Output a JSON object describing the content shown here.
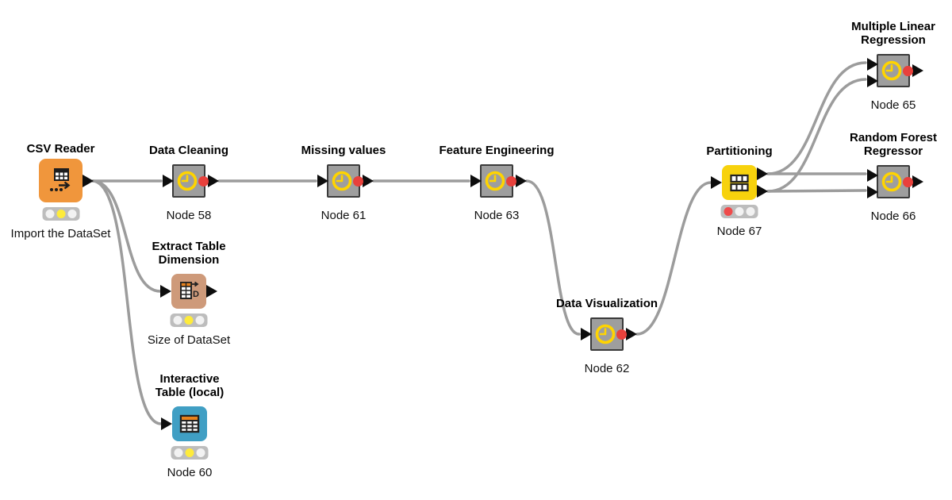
{
  "nodes": {
    "csv_reader": {
      "title": "CSV Reader",
      "label": "Import the DataSet",
      "status_light": "yellow"
    },
    "data_cleaning": {
      "title": "Data Cleaning",
      "label": "Node 58"
    },
    "missing_values": {
      "title": "Missing values",
      "label": "Node 61"
    },
    "feature_engineering": {
      "title": "Feature Engineering",
      "label": "Node 63"
    },
    "extract_table_dimension": {
      "title": "Extract Table Dimension",
      "label": "Size of DataSet",
      "status_light": "yellow"
    },
    "interactive_table": {
      "title": "Interactive Table (local)",
      "label": "Node 60",
      "status_light": "yellow"
    },
    "data_visualization": {
      "title": "Data Visualization",
      "label": "Node 62"
    },
    "partitioning": {
      "title": "Partitioning",
      "label": "Node 67",
      "status_light": "red"
    },
    "multiple_linear_regression": {
      "title": "Multiple Linear Regression",
      "label": "Node 65"
    },
    "random_forest_regressor": {
      "title": "Random Forest Regressor",
      "label": "Node 66"
    }
  },
  "colors": {
    "node_gray": "#9e9e9e",
    "node_border": "#3a3a3a",
    "node_orange": "#f0963c",
    "node_tan": "#ce9a7a",
    "node_blue": "#409fc4",
    "node_yellow": "#f7d20d",
    "clock_icon_yellow": "#ffd400",
    "error_dot_red": "#e8413c",
    "wire_gray": "#9c9c9c",
    "traffic_light_yellow": "#feeb3b",
    "traffic_light_red": "#ef4b4b"
  },
  "icons": {
    "csv_reader": "spreadsheet-with-arrow-and-dots",
    "gray_nodes": "clock",
    "extract_table_dimension": "table-with-dimension-d-and-arrow",
    "interactive_table": "table-with-header-row",
    "partitioning": "two-row-split-table"
  }
}
